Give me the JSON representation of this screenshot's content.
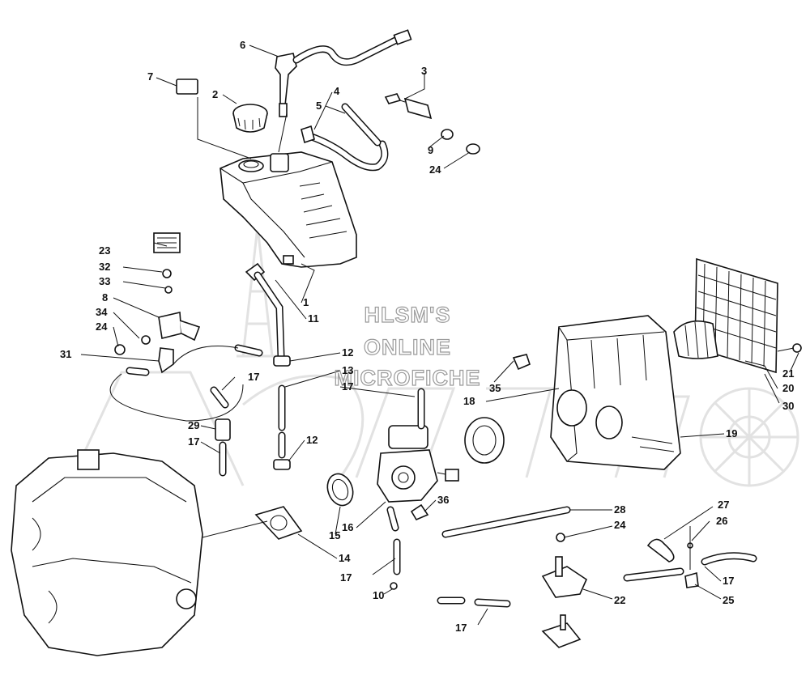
{
  "watermark": {
    "lines": [
      "HLSM'S",
      "ONLINE",
      "MICROFICHE"
    ],
    "brand": "Arctic Cat"
  },
  "callouts": [
    {
      "label": "1"
    },
    {
      "label": "2"
    },
    {
      "label": "3"
    },
    {
      "label": "4"
    },
    {
      "label": "5"
    },
    {
      "label": "6"
    },
    {
      "label": "7"
    },
    {
      "label": "8"
    },
    {
      "label": "9"
    },
    {
      "label": "10"
    },
    {
      "label": "11"
    },
    {
      "label": "12"
    },
    {
      "label": "12"
    },
    {
      "label": "13"
    },
    {
      "label": "14"
    },
    {
      "label": "15"
    },
    {
      "label": "16"
    },
    {
      "label": "17"
    },
    {
      "label": "17"
    },
    {
      "label": "17"
    },
    {
      "label": "17"
    },
    {
      "label": "17"
    },
    {
      "label": "17"
    },
    {
      "label": "18"
    },
    {
      "label": "19"
    },
    {
      "label": "20"
    },
    {
      "label": "21"
    },
    {
      "label": "22"
    },
    {
      "label": "23"
    },
    {
      "label": "24"
    },
    {
      "label": "24"
    },
    {
      "label": "24"
    },
    {
      "label": "25"
    },
    {
      "label": "26"
    },
    {
      "label": "27"
    },
    {
      "label": "28"
    },
    {
      "label": "29"
    },
    {
      "label": "30"
    },
    {
      "label": "31"
    },
    {
      "label": "32"
    },
    {
      "label": "33"
    },
    {
      "label": "34"
    },
    {
      "label": "35"
    },
    {
      "label": "36"
    }
  ]
}
